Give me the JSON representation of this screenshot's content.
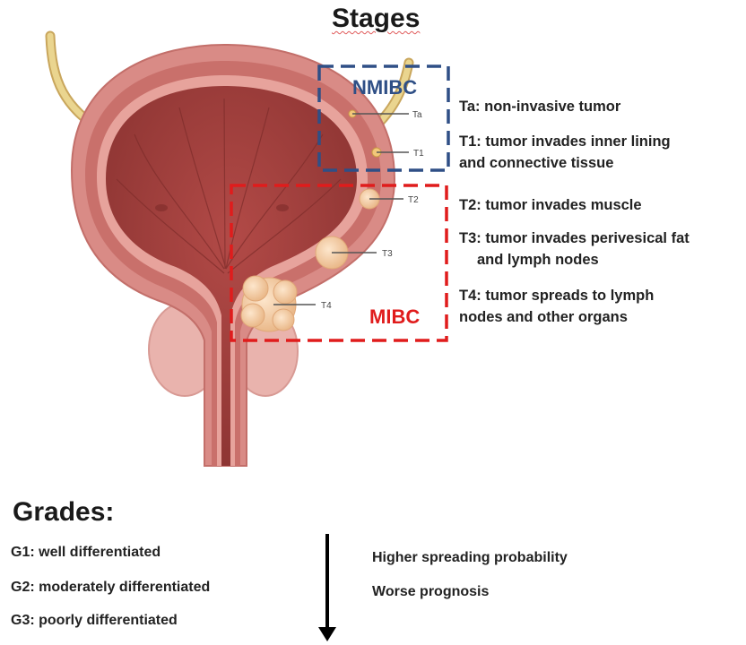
{
  "title": "Stages",
  "groups": {
    "nmibc": {
      "label": "NMIBC",
      "color": "#2f4f86"
    },
    "mibc": {
      "label": "MIBC",
      "color": "#e01c1c"
    }
  },
  "tumor_labels": [
    "Ta",
    "T1",
    "T2",
    "T3",
    "T4"
  ],
  "stage_descriptions": [
    {
      "line1": "Ta: non-invasive tumor",
      "line2": ""
    },
    {
      "line1": "T1: tumor invades inner lining",
      "line2": "and connective tissue"
    },
    {
      "line1": "T2: tumor invades muscle",
      "line2": ""
    },
    {
      "line1": "T3: tumor invades perivesical fat",
      "line2": "and lymph nodes"
    },
    {
      "line1": "T4: tumor spreads to lymph",
      "line2": "nodes and other organs"
    }
  ],
  "grades": {
    "title": "Grades:",
    "items": [
      "G1: well differentiated",
      "G2: moderately differentiated",
      "G3: poorly differentiated"
    ],
    "effects": [
      "Higher spreading probability",
      "Worse prognosis"
    ]
  },
  "colors": {
    "bladder_outer": "#d98b86",
    "bladder_wall": "#c9706b",
    "bladder_lumen": "#a3403e",
    "ureter": "#e6cf8a",
    "tumor": "#f7cfa6",
    "prostate": "#eab3ad"
  }
}
